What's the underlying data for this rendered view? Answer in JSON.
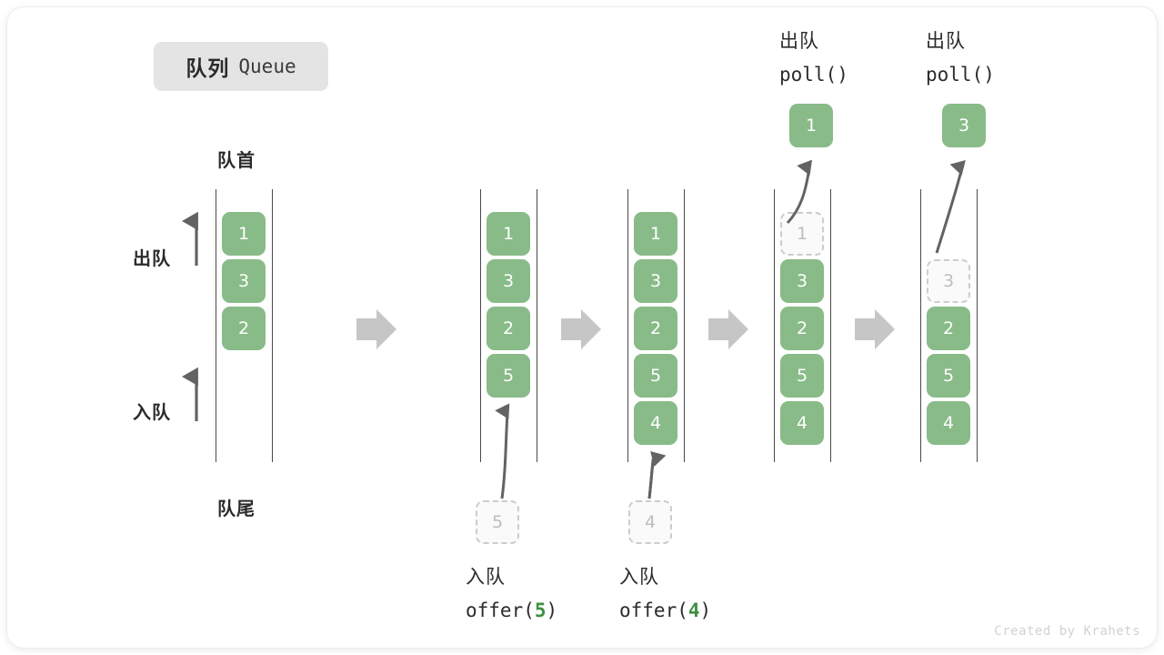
{
  "title": {
    "cn": "队列",
    "en": "Queue"
  },
  "axis_labels": {
    "head": "队首",
    "tail": "队尾",
    "dequeue": "出队",
    "enqueue": "入队"
  },
  "watermark": "Created by Krahets",
  "colors": {
    "element_fill": "#88bb88",
    "element_text": "#ffffff",
    "ghost_fill": "#fafafa",
    "ghost_border": "#cccccc",
    "ghost_text": "#bdbdbd",
    "rail": "#4a4a4a",
    "arrow": "#636363",
    "step_chevron": "#c6c6c6",
    "accent_code": "#3f8f42",
    "chip_bg": "#e4e4e4",
    "watermark": "#d2d2d2"
  },
  "columns": [
    {
      "id": "state-initial",
      "cells": [
        {
          "value": "1",
          "state": "filled"
        },
        {
          "value": "3",
          "state": "filled"
        },
        {
          "value": "2",
          "state": "filled"
        }
      ]
    },
    {
      "id": "state-after-offer-5",
      "cells": [
        {
          "value": "1",
          "state": "filled"
        },
        {
          "value": "3",
          "state": "filled"
        },
        {
          "value": "2",
          "state": "filled"
        },
        {
          "value": "5",
          "state": "filled"
        }
      ],
      "pending": {
        "value": "5",
        "state": "ghost"
      },
      "caption": {
        "line1": "入队",
        "prefix": "offer(",
        "arg": "5",
        "suffix": ")"
      }
    },
    {
      "id": "state-after-offer-4",
      "cells": [
        {
          "value": "1",
          "state": "filled"
        },
        {
          "value": "3",
          "state": "filled"
        },
        {
          "value": "2",
          "state": "filled"
        },
        {
          "value": "5",
          "state": "filled"
        },
        {
          "value": "4",
          "state": "filled"
        }
      ],
      "pending": {
        "value": "4",
        "state": "ghost"
      },
      "caption": {
        "line1": "入队",
        "prefix": "offer(",
        "arg": "4",
        "suffix": ")"
      }
    },
    {
      "id": "state-poll-1",
      "cells": [
        {
          "value": "1",
          "state": "ghost"
        },
        {
          "value": "3",
          "state": "filled"
        },
        {
          "value": "2",
          "state": "filled"
        },
        {
          "value": "5",
          "state": "filled"
        },
        {
          "value": "4",
          "state": "filled"
        }
      ],
      "popped": {
        "value": "1"
      },
      "header": {
        "line1": "出队",
        "line2": "poll()"
      }
    },
    {
      "id": "state-poll-3",
      "cells": [
        {
          "value": "",
          "state": "empty"
        },
        {
          "value": "3",
          "state": "ghost"
        },
        {
          "value": "2",
          "state": "filled"
        },
        {
          "value": "5",
          "state": "filled"
        },
        {
          "value": "4",
          "state": "filled"
        }
      ],
      "popped": {
        "value": "3"
      },
      "header": {
        "line1": "出队",
        "line2": "poll()"
      }
    }
  ],
  "step_arrows": 4
}
